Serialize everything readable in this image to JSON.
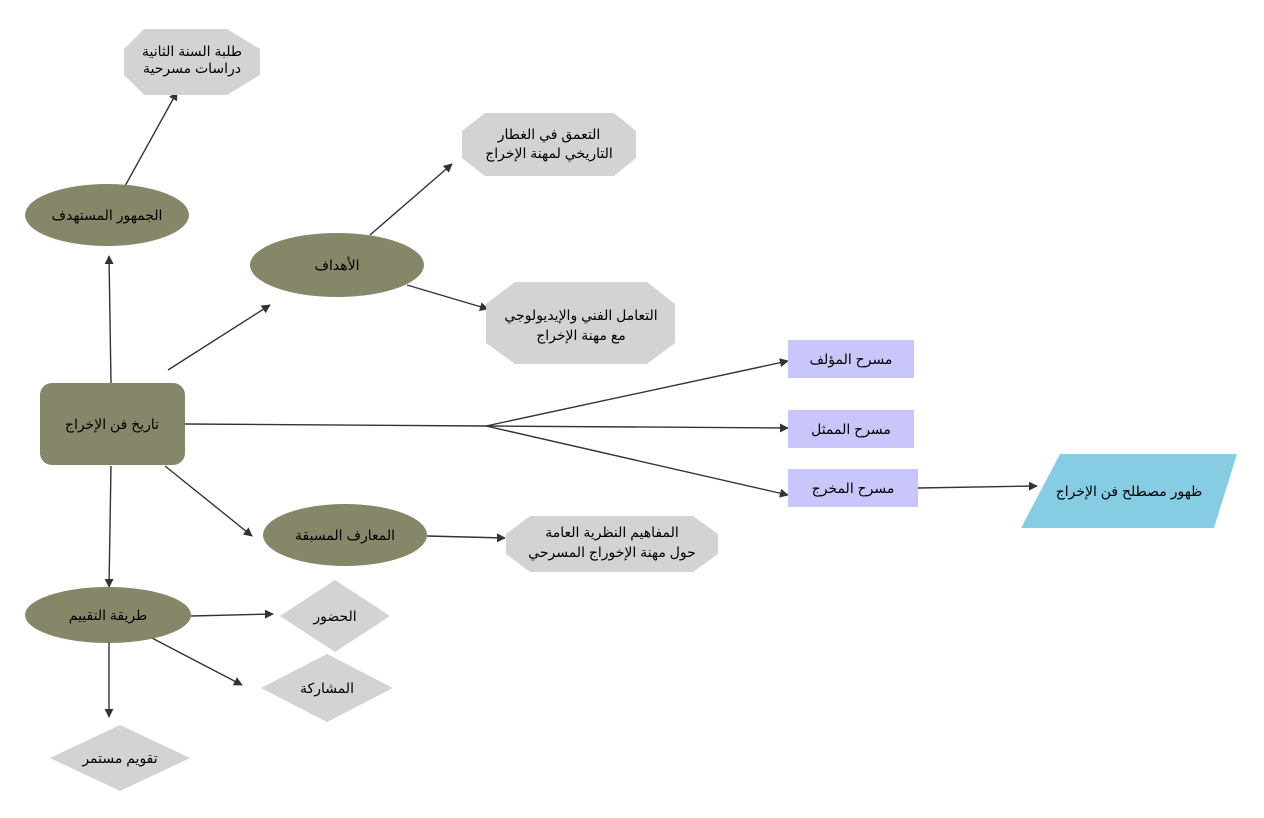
{
  "diagram": {
    "root": "تاريخ فن الإخراج",
    "audience": "الجمهور المستهدف",
    "audience_desc": [
      "طلبة السنة الثانية",
      "دراسات مسرحية"
    ],
    "goals": "الأهداف",
    "goal_1": [
      "التعمق في الغطار",
      "التاريخي لمهنة الإخراج"
    ],
    "goal_2": [
      "التعامل الفني والإيديولوجي",
      "مع مهنة الإخراج"
    ],
    "theatre_author": "مسرح المؤلف",
    "theatre_actor": "مسرح الممثل",
    "theatre_director": "مسرح المخرج",
    "term_emergence": "ظهور مصطلح فن الإخراج",
    "prior_knowledge": "المعارف المسبقة",
    "prior_desc": [
      "المفاهيم النظرية العامة",
      "حول مهنة الإخوراج المسرحي"
    ],
    "evaluation": "طريقة التقييم",
    "attendance": "الحضور",
    "participation": "المشاركة",
    "continuous": "تقويم مستمر"
  },
  "colors": {
    "olive": "#868669",
    "grey": "#d3d3d3",
    "lavender": "#c9c6fb",
    "cyan": "#86cde3",
    "edge": "#333333"
  }
}
